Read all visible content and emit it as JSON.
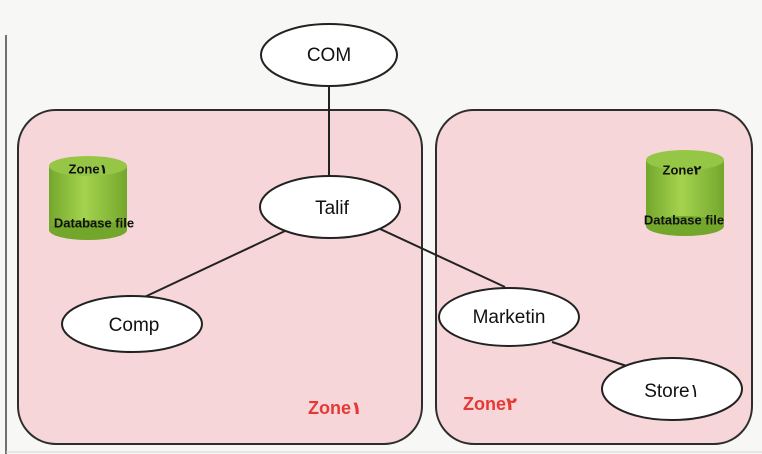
{
  "diagram": {
    "nodes": {
      "com": {
        "label": "COM"
      },
      "talif": {
        "label": "Talif"
      },
      "comp": {
        "label": "Comp"
      },
      "marketin": {
        "label": "Marketin"
      },
      "store": {
        "label": "Store۱"
      }
    },
    "zones": {
      "zone1": {
        "label": "Zone۱",
        "database": {
          "zone_label": "Zone۱",
          "file_label": "Database file"
        }
      },
      "zone2": {
        "label": "Zone۲",
        "database": {
          "zone_label": "Zone۲",
          "file_label": "Database file"
        }
      }
    },
    "colors": {
      "zone_fill": "#f6d6d8",
      "zone_stroke": "#2d2d2d",
      "node_fill": "#ffffff",
      "db_fill": "#8dbf3c",
      "zone_label": "#e53935"
    }
  }
}
